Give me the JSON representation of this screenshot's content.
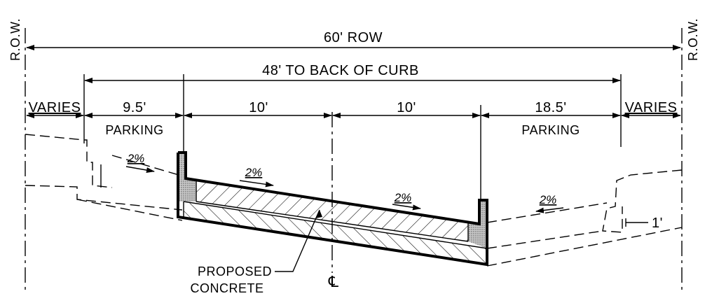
{
  "labels": {
    "row_total": "60' ROW",
    "back_of_curb": "48' TO BACK OF CURB",
    "left_varies": "VARIES",
    "right_varies": "VARIES",
    "left_parking_width": "9.5'",
    "left_parking": "PARKING",
    "lane_left": "10'",
    "lane_right": "10'",
    "right_parking_width": "18.5'",
    "right_parking": "PARKING",
    "row_left": "R.O.W.",
    "row_right": "R.O.W.",
    "slope_left_parking": "2%",
    "slope_lane_left": "2%",
    "slope_lane_right": "2%",
    "slope_right_parking": "2%",
    "offset": "1'",
    "proposed": "PROPOSED",
    "concrete": "CONCRETE",
    "centerline": "℄"
  },
  "colors": {
    "line": "#000000",
    "curb_fill": "#b8b8b8",
    "background": "#ffffff"
  }
}
